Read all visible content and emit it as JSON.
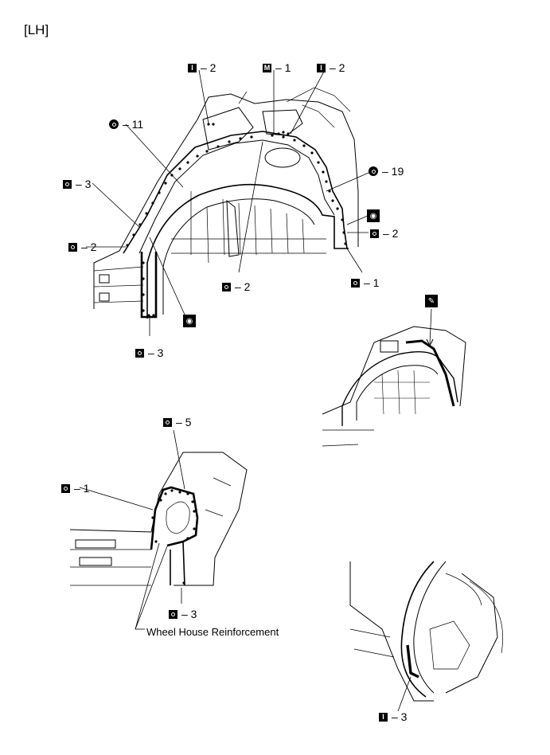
{
  "side_label": "[LH]",
  "callouts": [
    {
      "id": "i2-left",
      "symbol": "I",
      "text": "– 2"
    },
    {
      "id": "m1",
      "symbol": "M",
      "text": "– 1"
    },
    {
      "id": "i2-right",
      "symbol": "I",
      "text": "– 2"
    },
    {
      "id": "o11",
      "symbol": "O",
      "text": "– 11"
    },
    {
      "id": "o19",
      "symbol": "O",
      "text": "– 19"
    },
    {
      "id": "o3-left",
      "symbol": "O",
      "text": "– 3"
    },
    {
      "id": "o2-left",
      "symbol": "O",
      "text": "– 2"
    },
    {
      "id": "o2-right",
      "symbol": "O",
      "text": "– 2"
    },
    {
      "id": "o2-center",
      "symbol": "O",
      "text": "– 2"
    },
    {
      "id": "o1-right",
      "symbol": "O",
      "text": "– 1"
    },
    {
      "id": "o3-bottom",
      "symbol": "O",
      "text": "– 3"
    },
    {
      "id": "o5",
      "symbol": "O",
      "text": "– 5"
    },
    {
      "id": "o1-lower",
      "symbol": "O",
      "text": "– 1"
    },
    {
      "id": "o3-lower",
      "symbol": "O",
      "text": "– 3"
    },
    {
      "id": "i3",
      "symbol": "I",
      "text": "– 3"
    }
  ],
  "part_label": "Wheel House Reinforcement",
  "icons": [
    "rust-preventive-icon",
    "sealer-icon",
    "spot-weld-icon"
  ]
}
